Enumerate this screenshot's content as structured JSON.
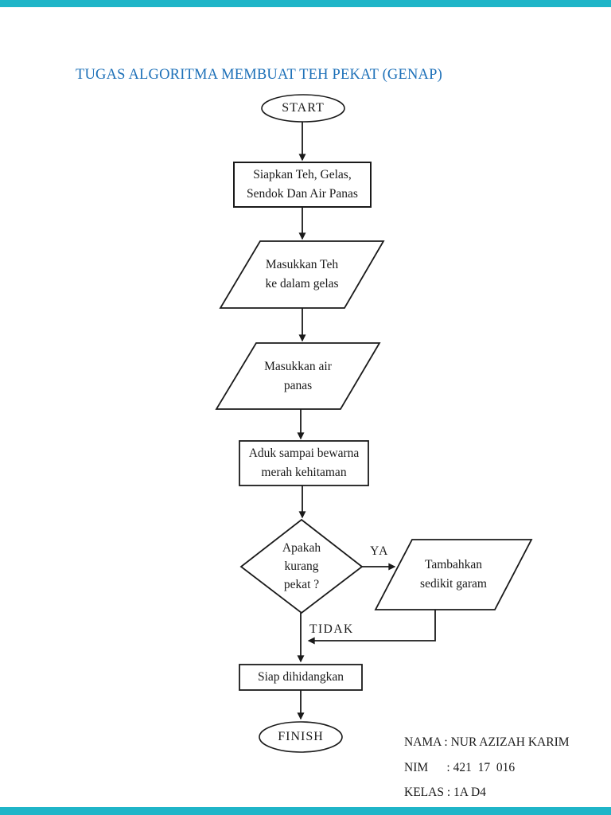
{
  "page": {
    "accent_bar_color": "#1fb5c8",
    "background_color": "#ffffff",
    "line_color": "#1a1a1a"
  },
  "title": {
    "text": "TUGAS ALGORITMA MEMBUAT TEH PEKAT (GENAP)",
    "color": "#1d70b8"
  },
  "flowchart": {
    "nodes": {
      "start": {
        "type": "terminator",
        "label": "START"
      },
      "prepare": {
        "type": "process",
        "label": "Siapkan Teh, Gelas,\nSendok Dan Air Panas"
      },
      "add_tea": {
        "type": "input-output",
        "label": "Masukkan Teh\nke dalam gelas"
      },
      "add_water": {
        "type": "input-output",
        "label": "Masukkan air\npanas"
      },
      "stir": {
        "type": "process",
        "label": "Aduk sampai bewarna\nmerah kehitaman"
      },
      "decision": {
        "type": "decision",
        "label": "Apakah\nkurang\npekat ?"
      },
      "add_salt": {
        "type": "input-output",
        "label": "Tambahkan\nsedikit garam"
      },
      "serve": {
        "type": "process",
        "label": "Siap dihidangkan"
      },
      "finish": {
        "type": "terminator",
        "label": "FINISH"
      }
    },
    "edge_labels": {
      "yes": "YA",
      "no": "TIDAK"
    }
  },
  "footer": {
    "lines": {
      "0": "NAMA : NUR AZIZAH KARIM",
      "1": "NIM      : 421  17  016",
      "2": "KELAS : 1A D4"
    }
  }
}
